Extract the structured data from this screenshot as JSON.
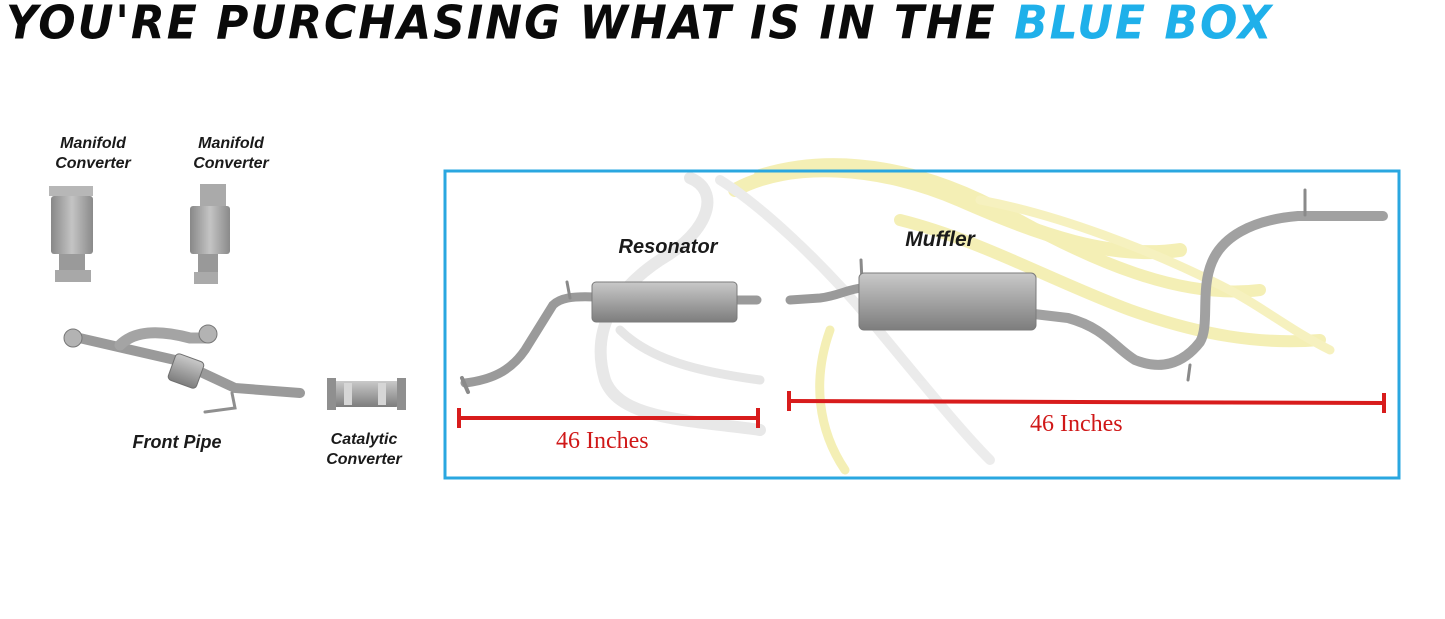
{
  "headline": {
    "text": "YOU'RE PURCHASING WHAT IS IN THE ",
    "highlight": "BLUE BOX"
  },
  "labels": {
    "manifold_1": [
      "Manifold",
      "Converter"
    ],
    "manifold_2": [
      "Manifold",
      "Converter"
    ],
    "front_pipe": "Front Pipe",
    "catalytic": [
      "Catalytic",
      "Converter"
    ],
    "resonator": "Resonator",
    "muffler": "Muffler"
  },
  "measurements": {
    "left": "46 Inches",
    "right": "46 Inches"
  },
  "colors": {
    "box_border": "#2aa7e0",
    "measure": "#d81c1c",
    "pipe": "#9c9c9c",
    "watermark": "#e9df7a"
  }
}
